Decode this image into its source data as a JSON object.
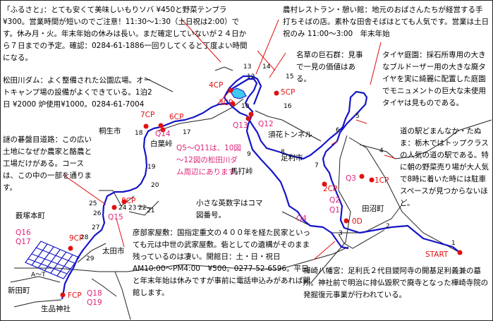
{
  "texts": {
    "furusato": "「ふるさと」：とても安くて美味しいもりソバ ¥450と野菜テンプラ ¥300。営業時間が短いのでご注意！11:30～1:30（土日祝は2:00）です。休み月・火。年末年始の休みは長い。まだ確定していないが２４日から７日までの予定。確認：0284-61-1886一回りしてくると丁度よい時間になる。",
    "noka": "農村レストラン・憩い館：地元のおばさんたちが経営する手打ちそばの店。素朴な田舎そばはとても人気です。営業は土日祝のみ 11:00～3:00　年末年始",
    "matsuda": "松田川ダム：よく整備された公園広場。オートキャンプ場の設備がよくできている。1泊2日 ¥2000 炉使用¥1000。0284-61-7004",
    "nazo": "謎の碁盤目道路：この広い土地になぜか農家と酪農と工場だけがある。コースは、この中の一部を通ります。",
    "kyoseki": "名草の巨石群：見事で一見の価値はある。",
    "taiya": "タイヤ庭園：採石所専用の大きなブルドーザー用の大きな廃タイヤを実に綺麗に配置した庭園でモニュメントの巨大な未使用タイヤは見ものである。",
    "michinoeki": "道の駅どまんなか・たぬま：栃木ではトップクラスの人気の道の駅である。特に朝の野菜売り場が大人気で8時に着いた時には駐車スペースが見つからないほど。",
    "q5note": "Q5～Q11は、10図～12図の松田川ダム周辺にあります。",
    "komanote": "小さな英数字はコマ図番号。",
    "hikobe": "彦部家屋敷：国指定重文の４００年を経た民家といっても元は中世の武家屋敷。砦としての遺構がそのまま残っているのは凄い。開館日：土・日・祝日　AM10:00～PM4:00　¥500。0277-52-6596。平日と年末年始は休みですが事前に電話申込みがあれば開館します。",
    "kabasaki": "樺崎八幡宮：足利氏２代目鑁阿寺の開基足利義兼の墓所。神社前で明治に排仏毀釈で廃寺となった樺崎寺院の発掘復元事業が行われている。"
  },
  "places": {
    "kiryu": "桐生市",
    "hakuja": "白葉峠",
    "sunaba": "須花トンネル",
    "ashikaga": "足利市",
    "mauchi": "馬打峠",
    "tanuma": "田沼町",
    "yabuzuka": "薮塚本町",
    "ota": "太田市",
    "nitta": "新田町",
    "ikushina": "生品神社",
    "grid": "A～T"
  },
  "checkpoints": {
    "cp4": "4CP",
    "cp3": "3CP",
    "cp5": "5CP",
    "cp7": "7CP",
    "cp6": "6CP",
    "cp2": "2CP",
    "cp1": "1CP",
    "cp0": "0D",
    "cp8": "8CP",
    "cp9": "9CP",
    "fcp": "FCP",
    "start": "START"
  },
  "questions": {
    "q13": "Q13",
    "q12": "Q12",
    "q14": "Q14",
    "q3": "Q3",
    "q2": "Q2",
    "q1": "Q1",
    "q4": "Q4",
    "q15": "Q15",
    "q16": "Q16",
    "q17": "Q17",
    "q18": "Q18",
    "q19": "Q19"
  },
  "koma": {
    "n1": "1",
    "n2": "2",
    "n3": "3",
    "n4": "4",
    "n5": "5",
    "n6": "6",
    "n7": "7",
    "n8": "8",
    "n9": "9",
    "n10": "10",
    "n12": "12",
    "n13": "13",
    "n14": "14",
    "n15": "15",
    "n16": "16",
    "n17": "17",
    "n18": "18",
    "n19": "19",
    "n20": "20",
    "n21": "21",
    "n22": "22",
    "n23": "23",
    "n24": "24",
    "n25": "25",
    "n26": "26",
    "n27": "27",
    "n28": "28",
    "n29": "29"
  },
  "colors": {
    "route": "#1515c8",
    "cp": "#e01010",
    "question": "#e0247a",
    "leader": "#e01010",
    "dam": "#40c8f0"
  }
}
